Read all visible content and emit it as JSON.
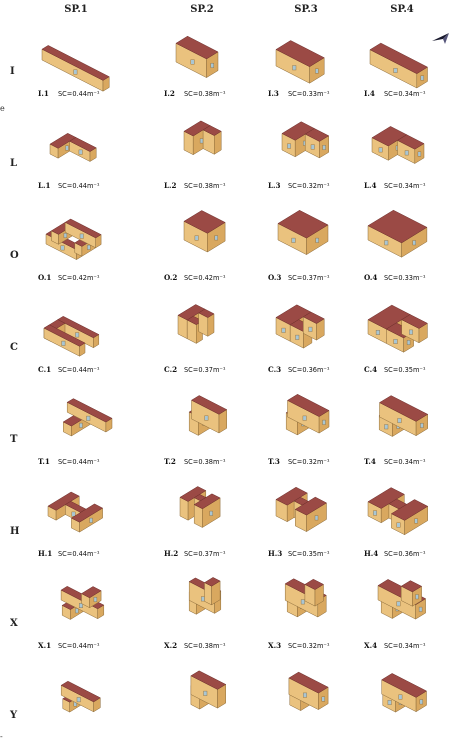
{
  "columns": [
    "SP.1",
    "SP.2",
    "SP.3",
    "SP.4"
  ],
  "rows": [
    {
      "label": "I",
      "items": [
        {
          "code": "I.1",
          "sc": "SC=0.44m⁻¹"
        },
        {
          "code": "I.2",
          "sc": "SC=0.38m⁻¹"
        },
        {
          "code": "I.3",
          "sc": "SC=0.33m⁻¹"
        },
        {
          "code": "I.4",
          "sc": "SC=0.34m⁻¹"
        }
      ]
    },
    {
      "label": "L",
      "items": [
        {
          "code": "L.1",
          "sc": "SC=0.44m⁻¹"
        },
        {
          "code": "L.2",
          "sc": "SC=0.38m⁻¹"
        },
        {
          "code": "L.3",
          "sc": "SC=0.32m⁻¹"
        },
        {
          "code": "L.4",
          "sc": "SC=0.34m⁻¹"
        }
      ]
    },
    {
      "label": "O",
      "items": [
        {
          "code": "O.1",
          "sc": "SC=0.42m⁻¹"
        },
        {
          "code": "O.2",
          "sc": "SC=0.42m⁻¹"
        },
        {
          "code": "O.3",
          "sc": "SC=0.37m⁻¹"
        },
        {
          "code": "O.4",
          "sc": "SC=0.33m⁻¹"
        }
      ]
    },
    {
      "label": "C",
      "items": [
        {
          "code": "C.1",
          "sc": "SC=0.44m⁻¹"
        },
        {
          "code": "C.2",
          "sc": "SC=0.37m⁻¹"
        },
        {
          "code": "C.3",
          "sc": "SC=0.36m⁻¹"
        },
        {
          "code": "C.4",
          "sc": "SC=0.35m⁻¹"
        }
      ]
    },
    {
      "label": "T",
      "items": [
        {
          "code": "T.1",
          "sc": "SC=0.44m⁻¹"
        },
        {
          "code": "T.2",
          "sc": "SC=0.38m⁻¹"
        },
        {
          "code": "T.3",
          "sc": "SC=0.32m⁻¹"
        },
        {
          "code": "T.4",
          "sc": "SC=0.34m⁻¹"
        }
      ]
    },
    {
      "label": "H",
      "items": [
        {
          "code": "H.1",
          "sc": "SC=0.44m⁻¹"
        },
        {
          "code": "H.2",
          "sc": "SC=0.37m⁻¹"
        },
        {
          "code": "H.3",
          "sc": "SC=0.35m⁻¹"
        },
        {
          "code": "H.4",
          "sc": "SC=0.36m⁻¹"
        }
      ]
    },
    {
      "label": "X",
      "items": [
        {
          "code": "X.1",
          "sc": "SC=0.44m⁻¹"
        },
        {
          "code": "X.2",
          "sc": "SC=0.38m⁻¹"
        },
        {
          "code": "X.3",
          "sc": "SC=0.32m⁻¹"
        },
        {
          "code": "X.4",
          "sc": "SC=0.34m⁻¹"
        }
      ]
    },
    {
      "label": "Y",
      "items": [
        {
          "code": "",
          "sc": ""
        },
        {
          "code": "",
          "sc": ""
        },
        {
          "code": "",
          "sc": ""
        },
        {
          "code": "",
          "sc": ""
        }
      ]
    }
  ],
  "colors": {
    "roof": "#9b4a45",
    "roof_edge": "#6e2f2c",
    "wall_front": "#eac27e",
    "wall_side": "#d9a85f",
    "wall_edge": "#8a6a3a",
    "window": "#a9c6d3"
  },
  "icons": {
    "north_arrow": "north-arrow-icon"
  },
  "stray_marks": [
    "e",
    "-"
  ]
}
